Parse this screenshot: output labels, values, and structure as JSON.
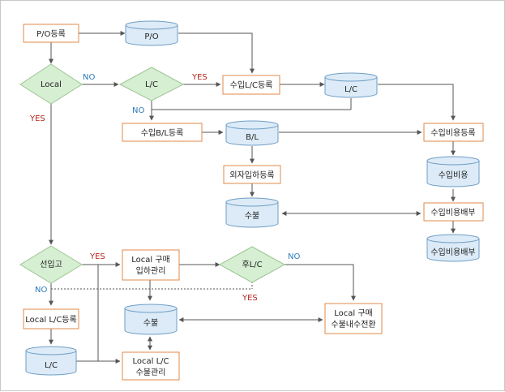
{
  "nodes": {
    "po_register": "P/O등록",
    "po_db": "P/O",
    "local_decision": "Local",
    "lc_decision": "L/C",
    "import_lc_register": "수입L/C등록",
    "lc_db_top": "L/C",
    "import_bl_register": "수입B/L등록",
    "bl_db": "B/L",
    "import_cost_register": "수입비용등록",
    "import_cost_db": "수입비용",
    "foreign_receipt_register": "외자입하등록",
    "subul_db_top": "수불",
    "import_cost_alloc": "수입비용배부",
    "import_cost_alloc_db": "수입비용배부",
    "pre_receipt_decision": "선입고",
    "local_purchase_receipt_1": "Local 구매",
    "local_purchase_receipt_2": "입하관리",
    "post_lc_decision": "후L/C",
    "local_lc_register": "Local L/C등록",
    "subul_db_bottom": "수불",
    "local_purchase_convert_1": "Local 구매",
    "local_purchase_convert_2": "수불내수전환",
    "lc_db_bottom": "L/C",
    "local_lc_subul_1": "Local L/C",
    "local_lc_subul_2": "수불관리"
  },
  "labels": {
    "yes": "YES",
    "no": "NO"
  },
  "colors": {
    "box_border": "#e0894a",
    "diamond_fill": "#d6eed2",
    "diamond_border": "#9cc693",
    "cylinder_fill": "#dcebf7",
    "cylinder_border": "#6f9dc5",
    "line": "#555555",
    "yes": "#b3261e",
    "no": "#2a7ab8"
  }
}
